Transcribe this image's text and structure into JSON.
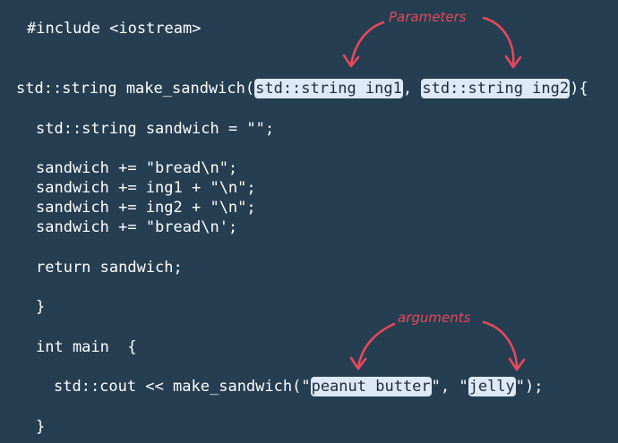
{
  "code": {
    "include": "#include <iostream>",
    "sig_prefix": "std::string make_sandwich(",
    "param1": "std::string ing1",
    "sig_sep": ", ",
    "param2": "std::string ing2",
    "sig_suffix": "){",
    "decl": "std::string sandwich = \"\";",
    "append1": "sandwich += \"bread\\n\";",
    "append2": "sandwich += ing1 + \"\\n\";",
    "append3": "sandwich += ing2 + \"\\n\";",
    "append4": "sandwich += \"bread\\n';",
    "return_stmt": "return sandwich;",
    "close1": "}",
    "main_sig": "int main  {",
    "call_prefix": "std::cout << make_sandwich(\"",
    "arg1": "peanut butter",
    "call_mid": "\", \"",
    "arg2": "jelly",
    "call_suffix": "\");",
    "close2": "}"
  },
  "annotations": {
    "parameters": "Parameters",
    "arguments": "arguments"
  },
  "colors": {
    "background": "#253e52",
    "highlight": "#dde9f7",
    "annotation": "#e8485a"
  }
}
